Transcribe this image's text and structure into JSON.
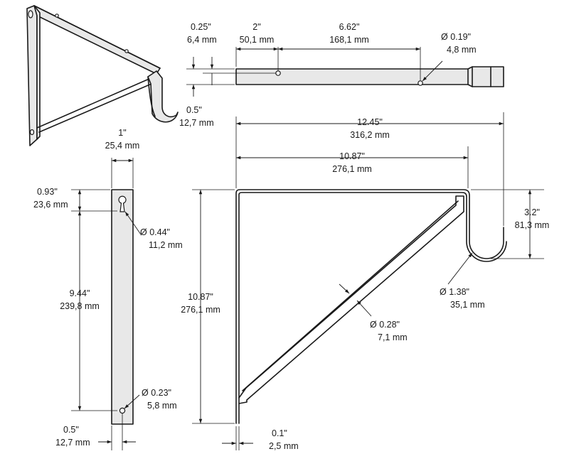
{
  "top_view": {
    "dim_edge_in": "0.25\"",
    "dim_edge_mm": "6,4 mm",
    "dim_first_in": "2\"",
    "dim_first_mm": "50,1 mm",
    "dim_spacing_in": "6.62\"",
    "dim_spacing_mm": "168,1 mm",
    "dim_hole_in": "Ø 0.19\"",
    "dim_hole_mm": "4,8 mm",
    "dim_width_in": "0.5\"",
    "dim_width_mm": "12,7 mm"
  },
  "front_view": {
    "dim_width_in": "1\"",
    "dim_width_mm": "25,4 mm",
    "dim_top_in": "0.93\"",
    "dim_top_mm": "23,6 mm",
    "dim_keyhole_in": "Ø 0.44\"",
    "dim_keyhole_mm": "11,2 mm",
    "dim_holes_in": "9.44\"",
    "dim_holes_mm": "239,8 mm",
    "dim_small_hole_in": "Ø 0.23\"",
    "dim_small_hole_mm": "5,8 mm",
    "dim_bottom_in": "0.5\"",
    "dim_bottom_mm": "12,7 mm"
  },
  "side_view": {
    "dim_overall_in": "12.45\"",
    "dim_overall_mm": "316,2 mm",
    "dim_depth_in": "10.87\"",
    "dim_depth_mm": "276,1 mm",
    "dim_height_in": "10.87\"",
    "dim_height_mm": "276,1 mm",
    "dim_hook_in": "3.2\"",
    "dim_hook_mm": "81,3 mm",
    "dim_hook_dia_in": "Ø 1.38\"",
    "dim_hook_dia_mm": "35,1 mm",
    "dim_brace_in": "Ø 0.28\"",
    "dim_brace_mm": "7,1 mm",
    "dim_thick_in": "0.1\"",
    "dim_thick_mm": "2,5 mm"
  }
}
